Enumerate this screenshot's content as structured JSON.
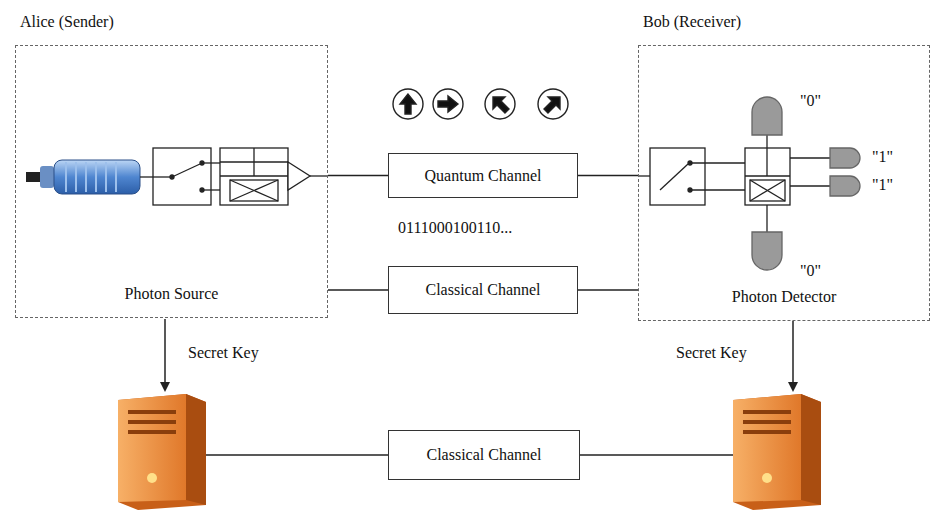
{
  "diagram": {
    "nodes": [
      {
        "text": [
          "Alice (Sender)",
          "Photon Source"
        ]
      },
      {
        "text": [
          "Quantum Channel"
        ]
      },
      {
        "text": [
          "Classical Channel"
        ]
      },
      {
        "text": [
          "Bob (Receiver)",
          "Photon Detector"
        ]
      },
      {
        "text": [
          "Classical Channel"
        ]
      }
    ],
    "edges": [
      {
        "from": 0,
        "to": 1,
        "arrow": "none"
      },
      {
        "from": 1,
        "to": 3,
        "arrow": "none"
      },
      {
        "from": 0,
        "to": 2,
        "arrow": "none"
      },
      {
        "from": 2,
        "to": 3,
        "arrow": "none"
      }
    ],
    "labels": [
      "0111000100110...",
      "\"0\"",
      "\"1\"",
      "\"1\"",
      "\"0\"",
      "Secret Key",
      "Secret Key"
    ]
  }
}
